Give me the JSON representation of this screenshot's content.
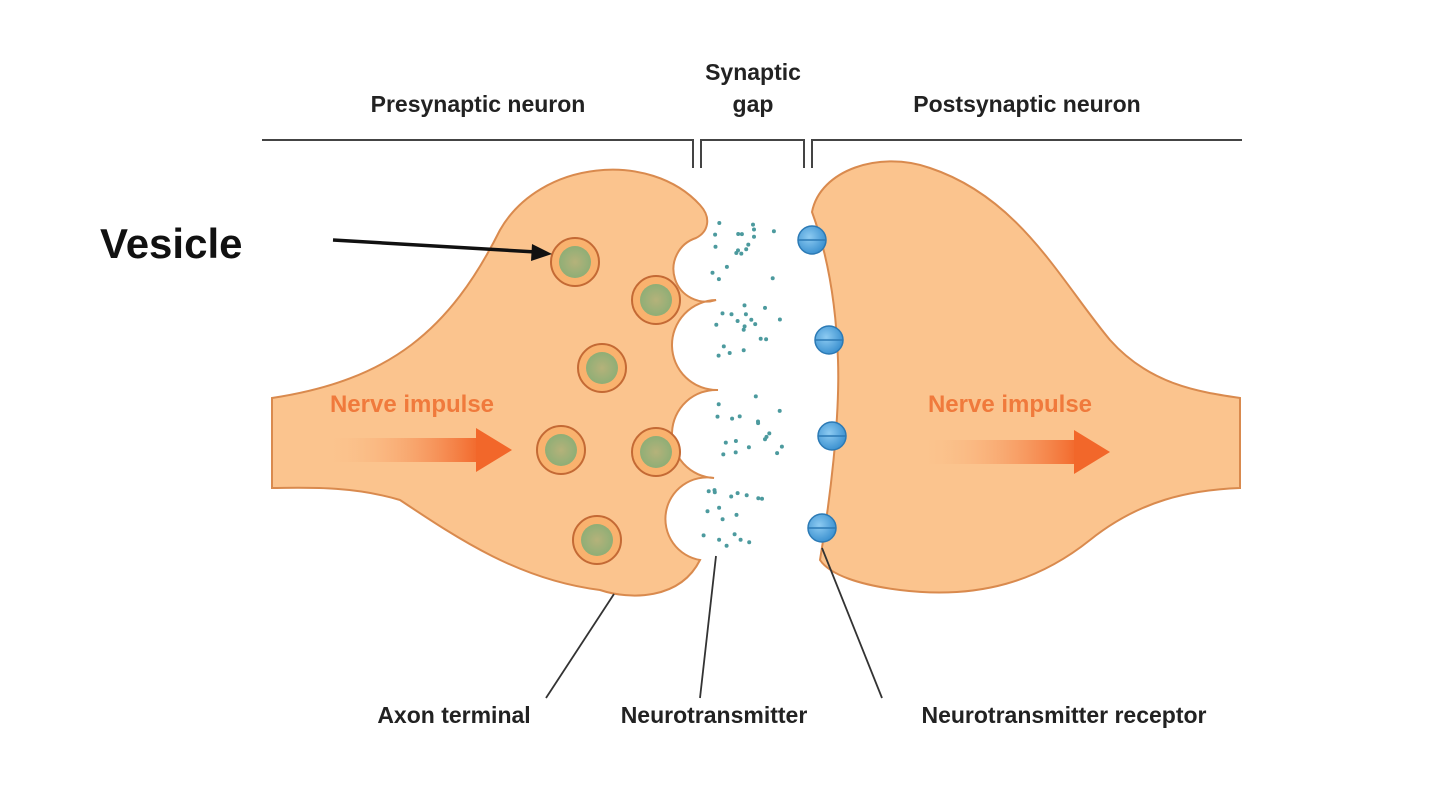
{
  "labels": {
    "presynaptic": "Presynaptic neuron",
    "synaptic_gap_line1": "Synaptic",
    "synaptic_gap_line2": "gap",
    "postsynaptic": "Postsynaptic neuron",
    "vesicle": "Vesicle",
    "nerve_impulse_left": "Nerve impulse",
    "nerve_impulse_right": "Nerve impulse",
    "axon_terminal": "Axon terminal",
    "neurotransmitter": "Neurotransmitter",
    "neurotransmitter_receptor": "Neurotransmitter receptor"
  },
  "colors": {
    "neuron_fill": "#FBC48E",
    "neuron_stroke": "#D98A4E",
    "impulse_text": "#F07A3C",
    "impulse_arrow": "#F2672A",
    "vesicle_ring": "#F4A75E",
    "vesicle_core": "#9DB37A",
    "transmitter_dot": "#4C9A9E",
    "receptor_fill": "#5AB0E6",
    "receptor_stroke": "#2C7AB5",
    "line": "#333333"
  }
}
